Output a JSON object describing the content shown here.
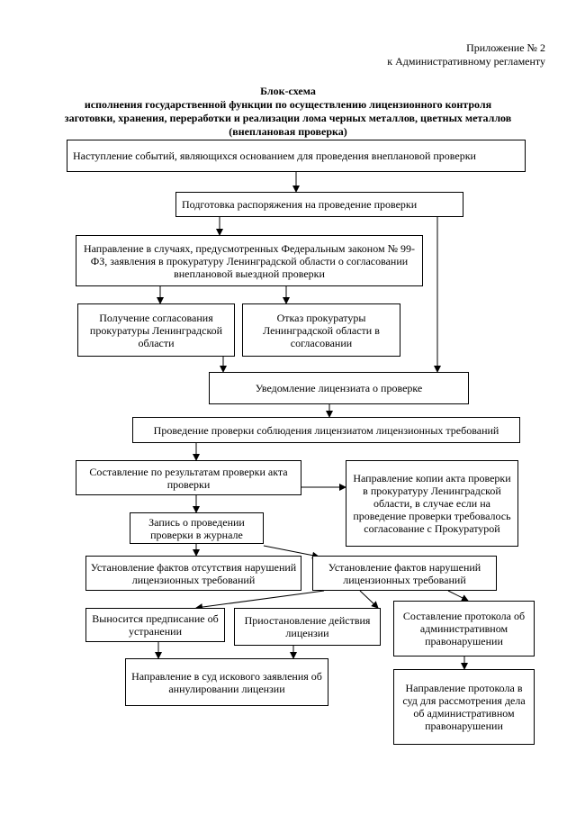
{
  "annex": {
    "line1": "Приложение № 2",
    "line2": "к Административному регламенту"
  },
  "title": {
    "line1": "Блок-схема",
    "line2": "исполнения государственной функции по осуществлению лицензионного контроля",
    "line3": "заготовки, хранения, переработки и реализации лома черных металлов, цветных металлов",
    "line4": "(внеплановая проверка)"
  },
  "boxes": {
    "events": "Наступление событий, являющихся основанием для проведения внеплановой проверки",
    "order": "Подготовка распоряжения на проведение проверки",
    "prosecutor_request": "Направление в случаях, предусмотренных Федеральным законом № 99-ФЗ, заявления в прокуратуру Ленинградской области о согласовании внеплановой выездной проверки",
    "approval": "Получение согласования прокуратуры Ленинградской области",
    "refusal": "Отказ прокуратуры Ленинградской области в согласовании",
    "notify": "Уведомление лицензиата о проверке",
    "inspection": "Проведение проверки соблюдения лицензиатом лицензионных требований",
    "act": "Составление по результатам проверки акта проверки",
    "copy_act": "Направление копии акта проверки в прокуратуру Ленинградской области, в случае если на проведение проверки требовалось согласование с Прокуратурой",
    "journal": "Запись о проведении проверки в журнале",
    "no_violations": "Установление фактов отсутствия нарушений лицензионных требований",
    "violations": "Установление фактов нарушений лицензионных требований",
    "order_fix": "Выносится предписание об устранении",
    "suspend": "Приостановление действия лицензии",
    "protocol": "Составление протокола об административном правонарушении",
    "court_claim": "Направление в суд искового заявления об аннулировании лицензии",
    "protocol_court": "Направление протокола в суд для рассмотрения дела об административном правонарушении"
  }
}
